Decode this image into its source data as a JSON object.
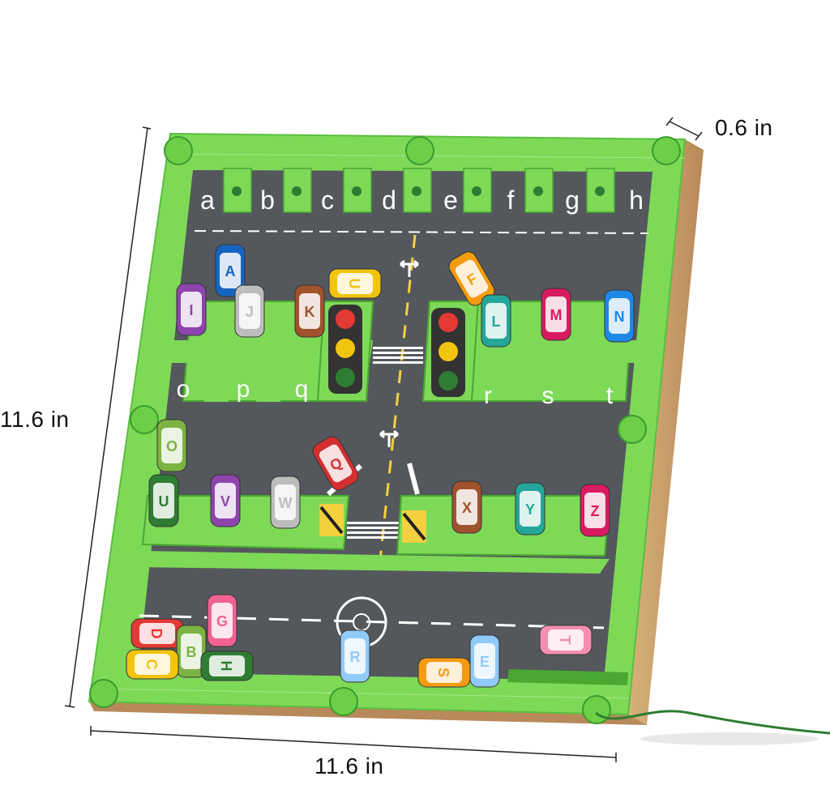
{
  "dimensions": {
    "height": "11.6 in",
    "width": "11.6 in",
    "depth": "0.6 in"
  },
  "top_letters": [
    "a",
    "b",
    "c",
    "d",
    "e",
    "f",
    "g",
    "h"
  ],
  "mid_left_letters": [
    "o",
    "p",
    "q"
  ],
  "mid_right_letters": [
    "r",
    "s",
    "t"
  ],
  "cars": [
    {
      "letter": "A",
      "color": "#1565c0"
    },
    {
      "letter": "I",
      "color": "#8e44ad"
    },
    {
      "letter": "J",
      "color": "#bdbdbd"
    },
    {
      "letter": "K",
      "color": "#a0522d"
    },
    {
      "letter": "U",
      "color": "#f1c40f"
    },
    {
      "letter": "F",
      "color": "#f39c12"
    },
    {
      "letter": "L",
      "color": "#26a69a"
    },
    {
      "letter": "M",
      "color": "#d81b60"
    },
    {
      "letter": "N",
      "color": "#1e88e5"
    },
    {
      "letter": "O",
      "color": "#7cb342"
    },
    {
      "letter": "Q",
      "color": "#d32f2f"
    },
    {
      "letter": "U",
      "color": "#2e7d32"
    },
    {
      "letter": "V",
      "color": "#8e44ad"
    },
    {
      "letter": "W",
      "color": "#bdbdbd"
    },
    {
      "letter": "X",
      "color": "#a0522d"
    },
    {
      "letter": "Y",
      "color": "#26a69a"
    },
    {
      "letter": "Z",
      "color": "#d81b60"
    },
    {
      "letter": "G",
      "color": "#f06292"
    },
    {
      "letter": "D",
      "color": "#e53935"
    },
    {
      "letter": "B",
      "color": "#7cb342"
    },
    {
      "letter": "C",
      "color": "#f1c40f"
    },
    {
      "letter": "H",
      "color": "#2e7d32"
    },
    {
      "letter": "R",
      "color": "#90caf9"
    },
    {
      "letter": "S",
      "color": "#f39c12"
    },
    {
      "letter": "E",
      "color": "#90caf9"
    },
    {
      "letter": "T",
      "color": "#f48fb1"
    }
  ],
  "colors": {
    "board_green": "#7ed957",
    "board_dark_green": "#3c9a2e",
    "road": "#54585c",
    "wood_edge": "#c9a26b",
    "cord": "#2e7d32"
  }
}
